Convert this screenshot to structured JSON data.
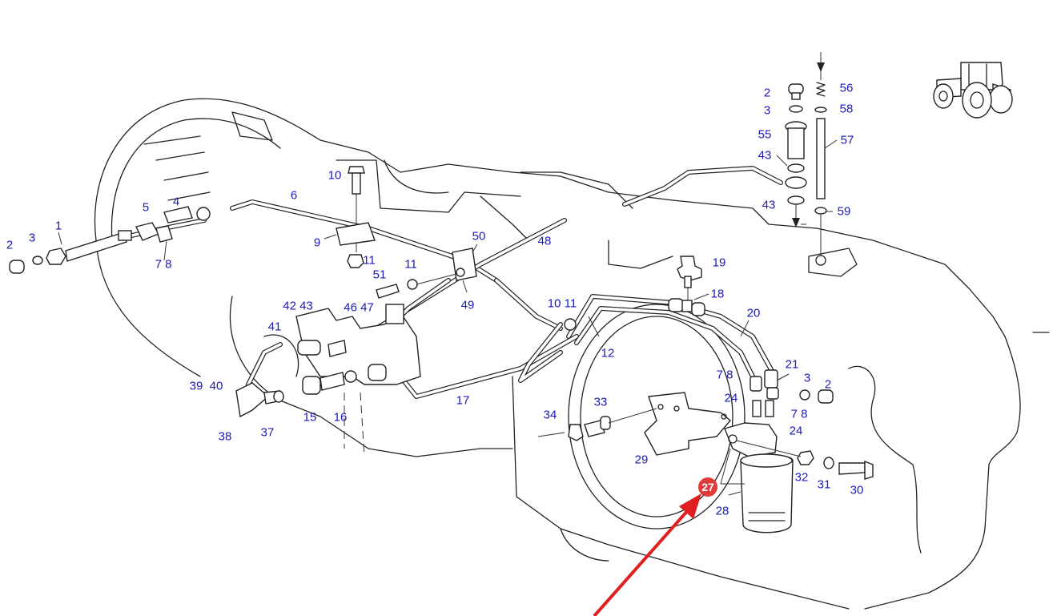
{
  "diagram": {
    "title": "Transmission oil filter and lubrication pipes - exploded parts view",
    "highlight": {
      "part_number": "27",
      "color": "#e03a3a",
      "arrow_color": "#e02020"
    },
    "label_color": "#1a1ab8",
    "labels": {
      "p1": "1",
      "p2a": "2",
      "p3a": "3",
      "p4": "4",
      "p5": "5",
      "p6": "6",
      "p78a": "7 8",
      "p9": "9",
      "p10a": "10",
      "p11a": "11",
      "p11b": "11",
      "p51": "51",
      "p50": "50",
      "p48": "48",
      "p49": "49",
      "p4243": "42 43",
      "p4647": "46 47",
      "p41": "41",
      "p39": "39",
      "p40": "40",
      "p38": "38",
      "p37": "37",
      "p15": "15",
      "p16": "16",
      "p17": "17",
      "p1011": "10 11",
      "p12": "12",
      "p19": "19",
      "p18": "18",
      "p20": "20",
      "p21": "21",
      "p3b": "3",
      "p2b": "2",
      "p78b": "7 8",
      "p24a": "24",
      "p78c": "7 8",
      "p24b": "24",
      "p33": "33",
      "p34": "34",
      "p29": "29",
      "p32": "32",
      "p31": "31",
      "p30": "30",
      "p28": "28",
      "p2c": "2",
      "p3c": "3",
      "p55": "55",
      "p43a": "43",
      "p43b": "43",
      "p56": "56",
      "p58": "58",
      "p57": "57",
      "p59": "59"
    },
    "icons": {
      "vehicle": "tractor-icon",
      "flow_arrow": "arrow-down-icon"
    }
  }
}
